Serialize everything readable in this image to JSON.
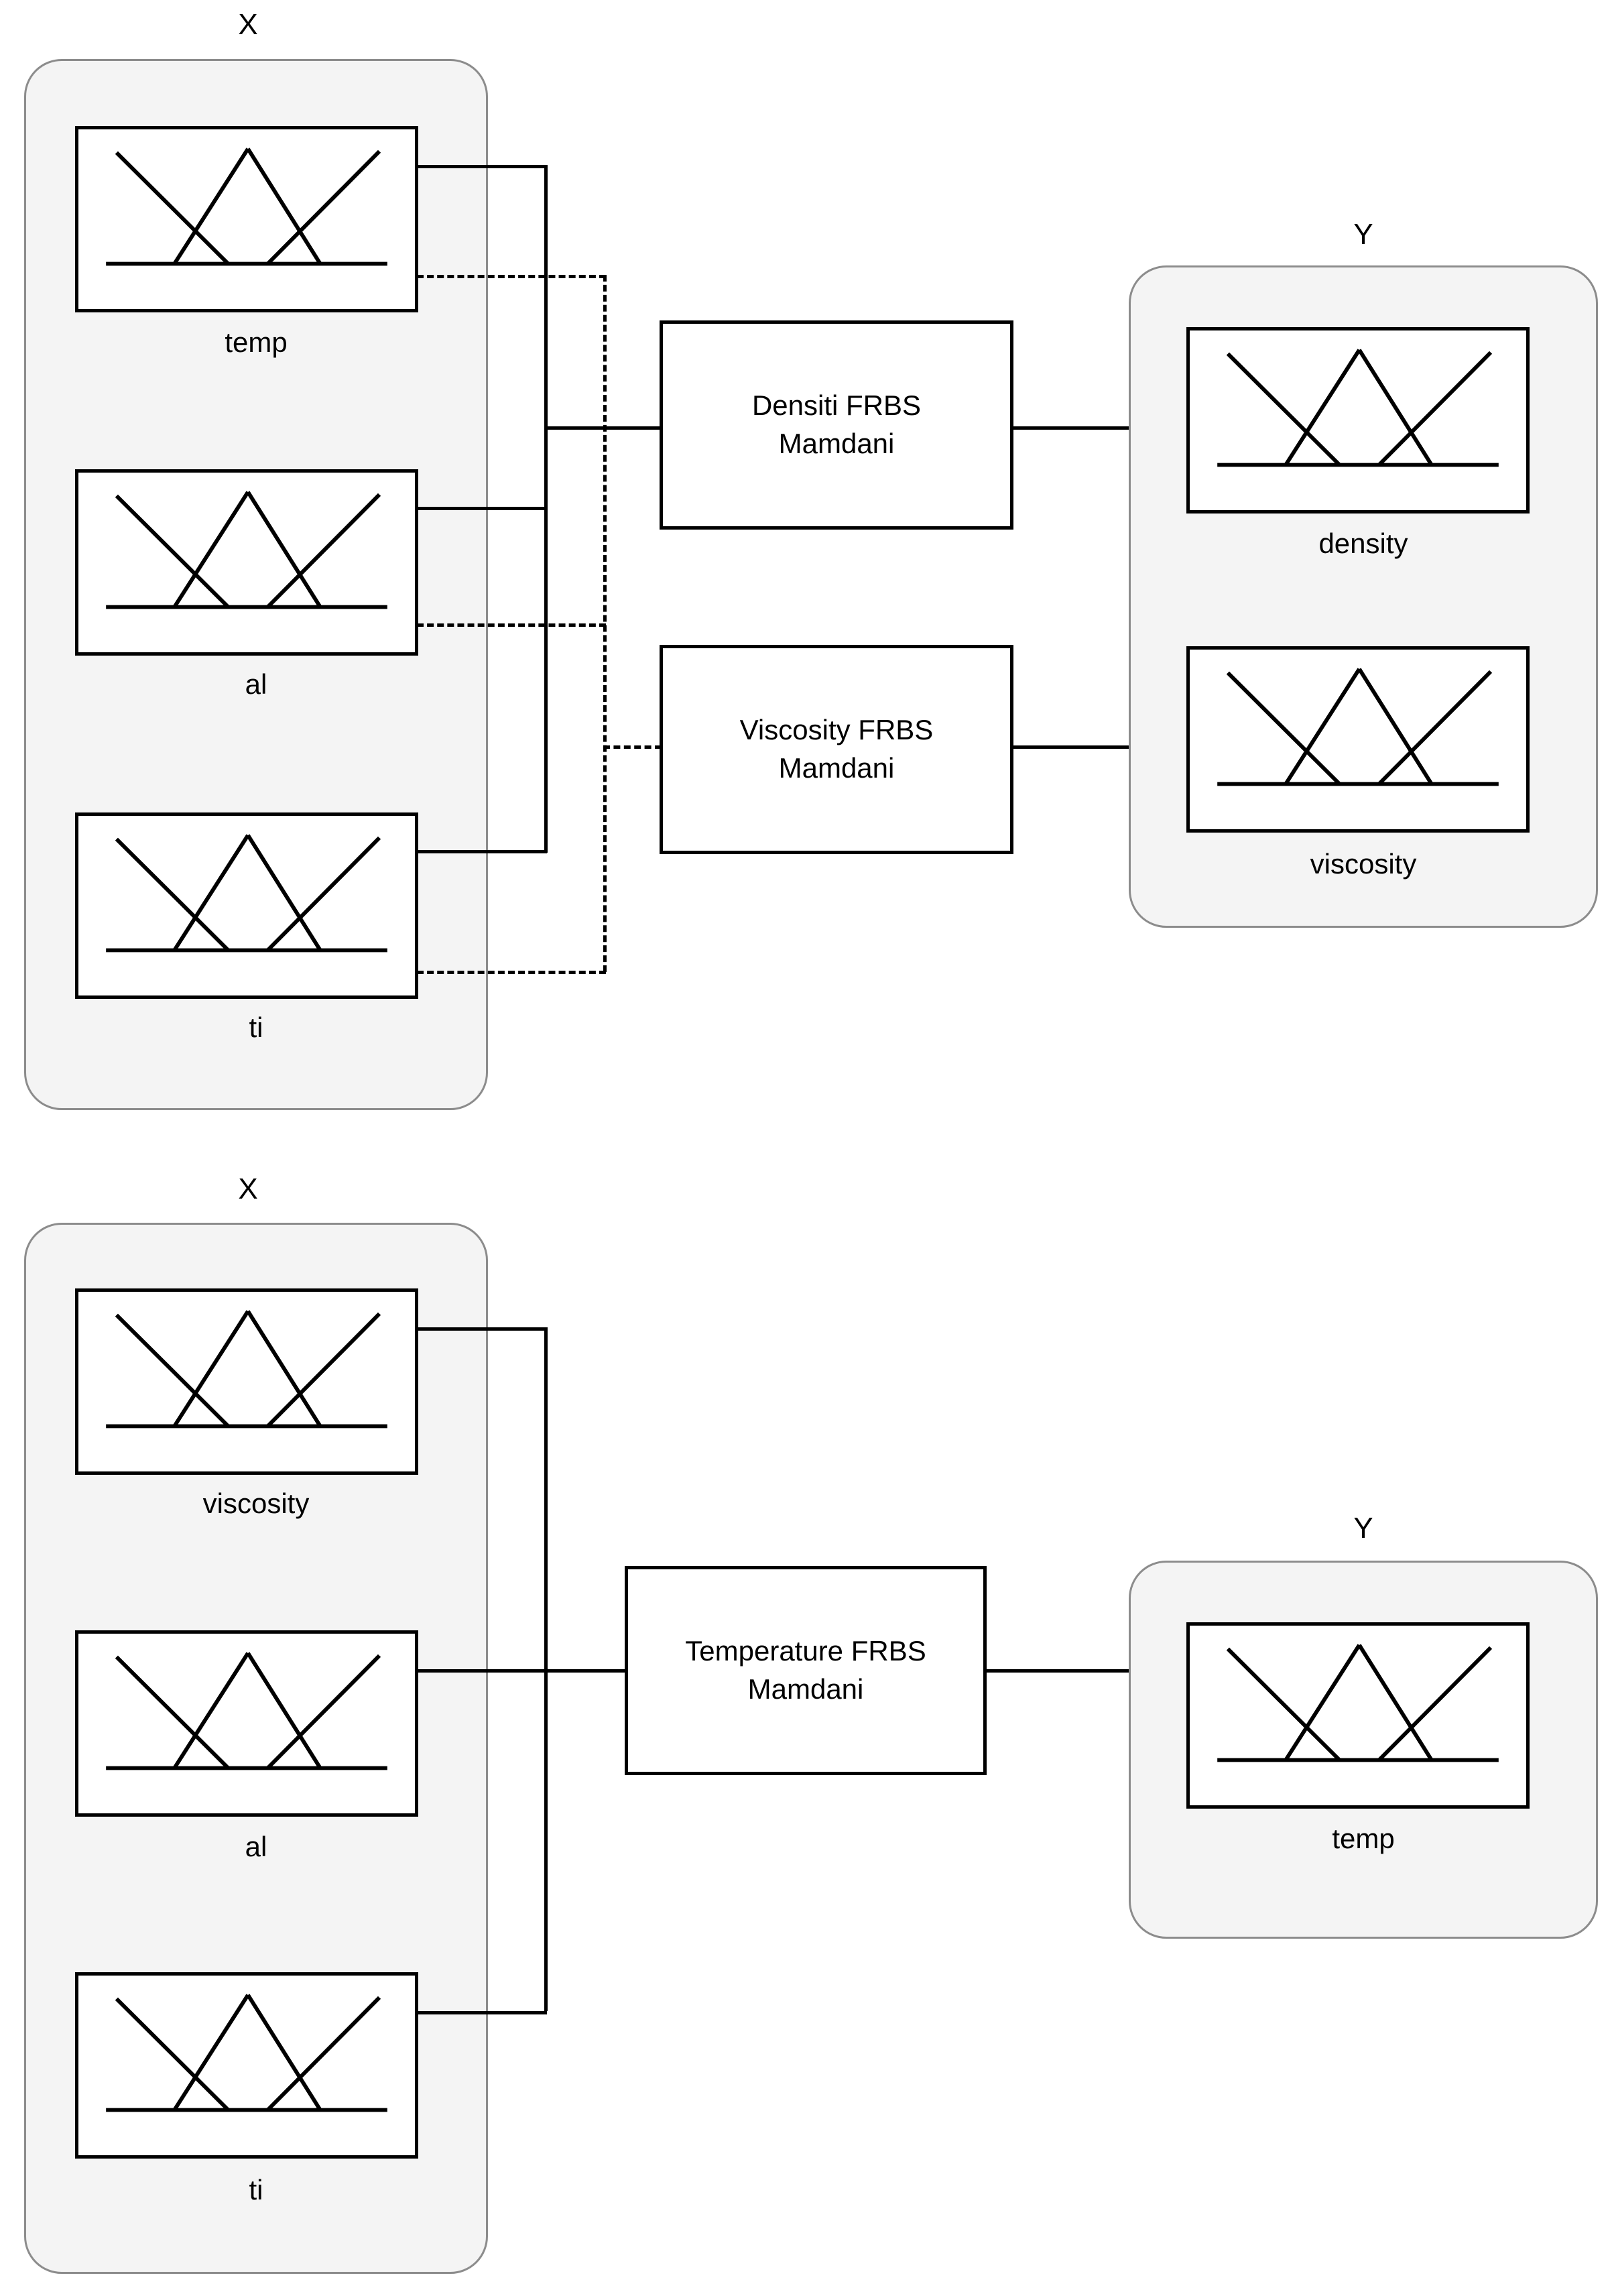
{
  "diagrams": [
    {
      "id": "density-viscosity-frbs",
      "input_group": {
        "title": "X",
        "variables": [
          {
            "label": "temp"
          },
          {
            "label": "al"
          },
          {
            "label": "ti"
          }
        ]
      },
      "processes": [
        {
          "label": "Densiti FRBS\nMamdani"
        },
        {
          "label": "Viscosity FRBS\nMamdani"
        }
      ],
      "output_group": {
        "title": "Y",
        "variables": [
          {
            "label": "density"
          },
          {
            "label": "viscosity"
          }
        ]
      }
    },
    {
      "id": "temperature-frbs",
      "input_group": {
        "title": "X",
        "variables": [
          {
            "label": "viscosity"
          },
          {
            "label": "al"
          },
          {
            "label": "ti"
          }
        ]
      },
      "processes": [
        {
          "label": "Temperature FRBS\nMamdani"
        }
      ],
      "output_group": {
        "title": "Y",
        "variables": [
          {
            "label": "temp"
          }
        ]
      }
    }
  ],
  "style": {
    "panel_fill": "#f4f4f4",
    "panel_stroke": "#8c8c8c",
    "line_color": "#000000",
    "box_fill": "#ffffff"
  },
  "membership_plot": {
    "description": "three overlapping triangular fuzzy membership functions with a baseline axis",
    "sets": 3,
    "shape": "triangular"
  }
}
